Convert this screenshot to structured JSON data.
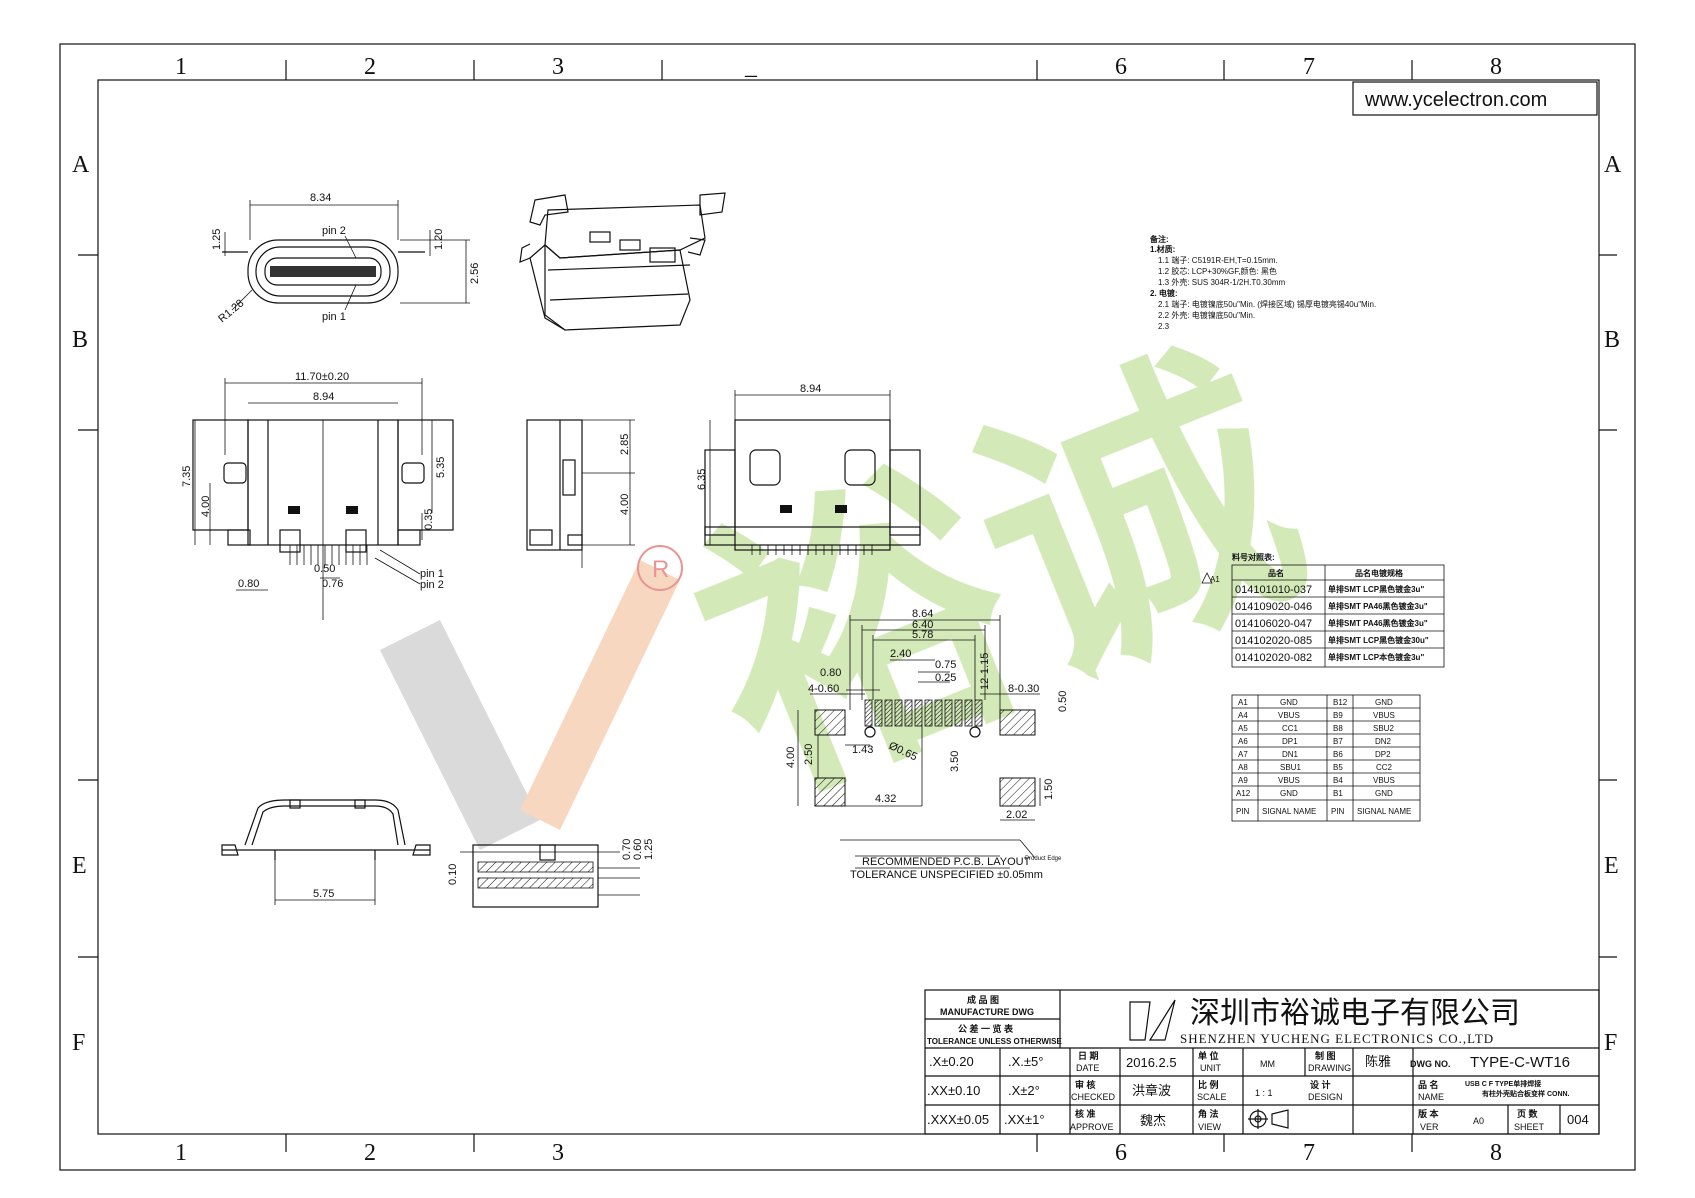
{
  "website": "www.ycelectron.com",
  "zones": {
    "columns": [
      "1",
      "2",
      "3",
      "_",
      "6",
      "7",
      "8"
    ],
    "bottom_columns": [
      "1",
      "2",
      "3",
      "6",
      "7",
      "8"
    ],
    "rows": [
      "A",
      "B",
      "E",
      "F"
    ]
  },
  "notes": {
    "title": "备注:",
    "h1": "1.材质:",
    "l11": "1.1  端子: C5191R-EH,T=0.15mm.",
    "l12": "1.2  胶芯: LCP+30%GF,颜色: 黑色",
    "l13": "1.3  外壳:   SUS 304R-1/2H.T0.30mm",
    "h2": "2.  电镀:",
    "l21": "2.1  端子: 电镀镍底50u\"Min. (焊接区域) 锡厚电镀亮锡40u\"Min.",
    "l22": "2.2  外壳: 电镀镍底50u\"Min.",
    "l23": "2.3"
  },
  "part_table": {
    "title": "料号对照表:",
    "marker": "A1",
    "headers": [
      "品名",
      "品名电镀规格"
    ],
    "rows": [
      [
        "014101010-037",
        "单排SMT LCP黑色镀金3u\""
      ],
      [
        "014109020-046",
        "单排SMT PA46黑色镀金3u\""
      ],
      [
        "014106020-047",
        "单排SMT PA46黑色镀金3u\""
      ],
      [
        "014102020-085",
        "单排SMT LCP黑色镀金30u\""
      ],
      [
        "014102020-082",
        "单排SMT LCP本色镀金3u\""
      ]
    ]
  },
  "pin_table": {
    "rows": [
      [
        "A1",
        "GND",
        "B12",
        "GND"
      ],
      [
        "A4",
        "VBUS",
        "B9",
        "VBUS"
      ],
      [
        "A5",
        "CC1",
        "B8",
        "SBU2"
      ],
      [
        "A6",
        "DP1",
        "B7",
        "DN2"
      ],
      [
        "A7",
        "DN1",
        "B6",
        "DP2"
      ],
      [
        "A8",
        "SBU1",
        "B5",
        "CC2"
      ],
      [
        "A9",
        "VBUS",
        "B4",
        "VBUS"
      ],
      [
        "A12",
        "GND",
        "B1",
        "GND"
      ]
    ],
    "footer": [
      "PIN",
      "SIGNAL NAME",
      "PIN",
      "SIGNAL NAME"
    ]
  },
  "dims": {
    "front_width": "8.34",
    "front_h1": "1.25",
    "front_h2": "1.20",
    "front_height": "2.56",
    "front_radius": "R1.28",
    "pin2": "pin 2",
    "pin1": "pin 1",
    "top_total": "11.70±0.20",
    "top_body": "8.94",
    "top_h1": "7.35",
    "top_h2": "4.00",
    "top_h3": "5.35",
    "top_h4": "0.35",
    "top_p1": "0.80",
    "top_p2": "0.50",
    "top_p3": "0.76",
    "side_h1": "2.85",
    "side_h2": "4.00",
    "bottom_w": "8.94",
    "bottom_h": "6.35",
    "pcb_w1": "8.64",
    "pcb_w2": "6.40",
    "pcb_w3": "5.78",
    "pcb_w4": "2.40",
    "pcb_w5": "0.75",
    "pcb_w6": "0.25",
    "pcb_w7": "0.80",
    "pcb_w8": "4-0.60",
    "pcb_w9": "12-1.15",
    "pcb_w10": "8-0.30",
    "pcb_w11": "0.50",
    "pcb_h1": "4.00",
    "pcb_h2": "2.50",
    "pcb_w12": "1.43",
    "pcb_hole": "Ø0.65",
    "pcb_h3": "3.50",
    "pcb_w13": "4.32",
    "pcb_h4": "1.50",
    "pcb_w14": "2.02",
    "pcb_edge": "Product Edge",
    "pcb_title": "RECOMMENDED  P.C.B. LAYOUT",
    "pcb_tol": "TOLERANCE  UNSPECIFIED  ±0.05mm",
    "side2_w": "5.75",
    "sec_h1": "0.10",
    "sec_h2": "0.70",
    "sec_h3": "0.60",
    "sec_h4": "1.25"
  },
  "title_block": {
    "mfg_cn": "成 品 图",
    "mfg_en": "MANUFACTURE  DWG",
    "tol_cn": "公 差 一 览 表",
    "tol_en": "TOLERANCE  UNLESS  OTHERWISE",
    "company_cn": "深圳市裕诚电子有限公司",
    "company_en": "SHENZHEN  YUCHENG  ELECTRONICS  CO.,LTD",
    "tol1a": ".X±0.20",
    "tol1b": ".X.±5°",
    "tol2a": ".XX±0.10",
    "tol2b": ".X±2°",
    "tol3a": ".XXX±0.05",
    "tol3b": ".XX±1°",
    "date_cn": "日 期",
    "date_en": "DATE",
    "date": "2016.2.5",
    "unit_cn": "单 位",
    "unit_en": "UNIT",
    "unit": "MM",
    "drawing_cn": "制 图",
    "drawing_en": "DRAWING",
    "drawer": "陈雅",
    "dwgno_label": "DWG NO.",
    "dwgno": "TYPE-C-WT16",
    "checked_cn": "审 核",
    "checked_en": "CHECKED",
    "checker": "洪章波",
    "scale_cn": "比 例",
    "scale_en": "SCALE",
    "scale": "1 : 1",
    "design_cn": "设 计",
    "design_en": "DESIGN",
    "name_cn": "品 名",
    "name_en": "NAME",
    "name_val1": "USB C F TYPE单排焊接",
    "name_val2": "有柱外壳贴合板变样 CONN.",
    "approve_cn": "核 准",
    "approve_en": "APPROVE",
    "approver": "魏杰",
    "view_cn": "角 法",
    "view_en": "VIEW",
    "ver_cn": "版 本",
    "ver_en": "VER",
    "ver": "A0",
    "sheet_cn": "页 数",
    "sheet_en": "SHEET",
    "sheet": "004"
  },
  "watermark": {
    "registered": "R",
    "cn_text": "裕诚",
    "colors": {
      "green": "#cfe8b0",
      "gray": "#d6d6d6",
      "orange": "#f6d3b8",
      "red": "#e68a8a"
    }
  }
}
